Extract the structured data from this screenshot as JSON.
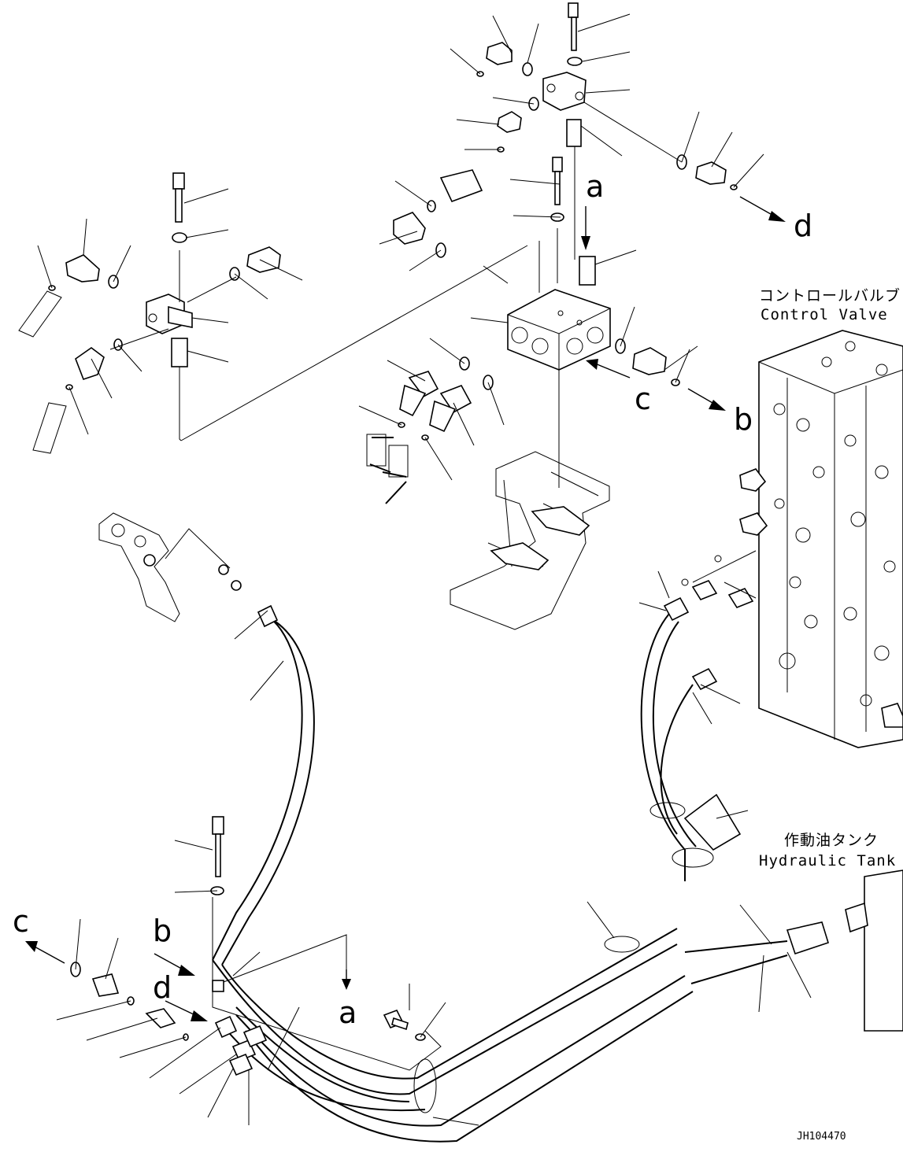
{
  "diagram": {
    "callouts": {
      "a_top": "a",
      "a_bottom": "a",
      "b_right": "b",
      "b_left": "b",
      "c_right": "c",
      "c_left": "c",
      "d_right": "d",
      "d_left": "d"
    },
    "notes": {
      "control_valve_jp": "コントロールバルブ",
      "control_valve_en": "Control Valve",
      "hydraulic_tank_jp": "作動油タンク",
      "hydraulic_tank_en": "Hydraulic Tank"
    },
    "drawing_code": "JH104470"
  }
}
